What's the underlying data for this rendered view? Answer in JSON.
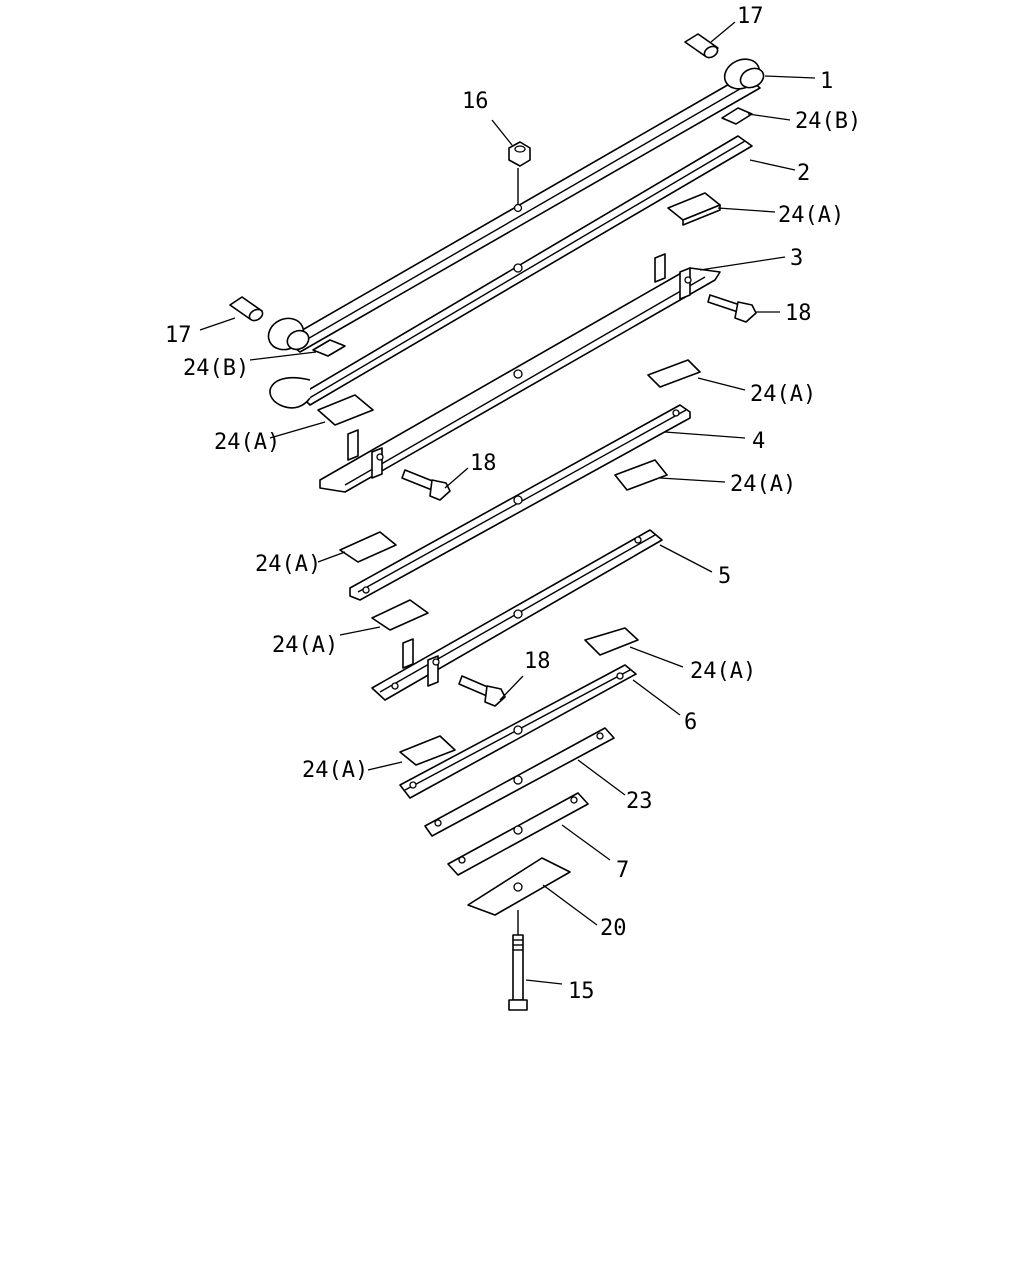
{
  "callouts": {
    "p17_top": "17",
    "p1": "1",
    "p16": "16",
    "p24b_top": "24(B)",
    "p2": "2",
    "p24a_1": "24(A)",
    "p3": "3",
    "p18_top": "18",
    "p17_left": "17",
    "p24b_left": "24(B)",
    "p24a_2": "24(A)",
    "p24a_3": "24(A)",
    "p4": "4",
    "p18_mid": "18",
    "p24a_4": "24(A)",
    "p24a_5": "24(A)",
    "p5": "5",
    "p24a_6": "24(A)",
    "p18_low": "18",
    "p24a_7": "24(A)",
    "p6": "6",
    "p24a_8": "24(A)",
    "p23": "23",
    "p7": "7",
    "p20": "20",
    "p15": "15"
  }
}
